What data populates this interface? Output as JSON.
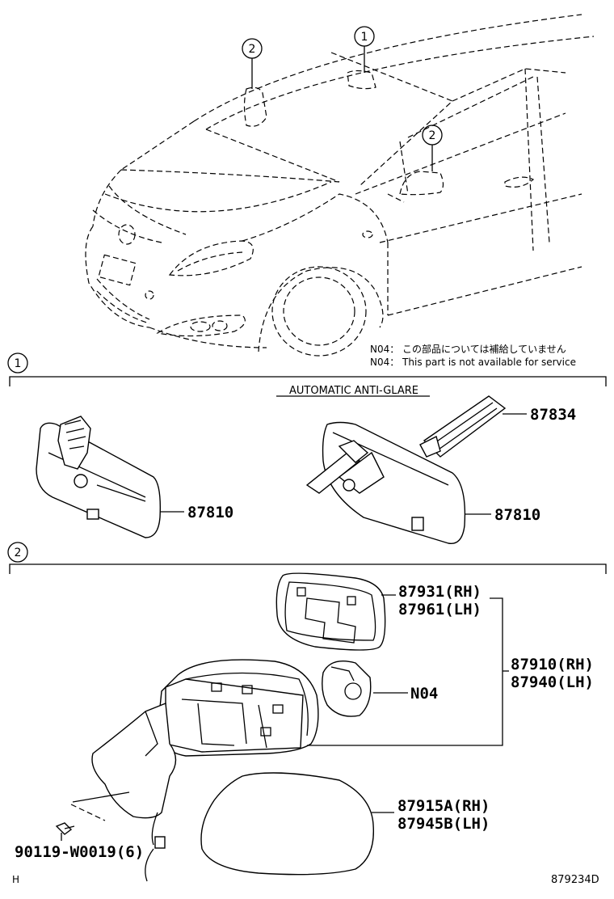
{
  "callouts": {
    "one": "1",
    "two": "2"
  },
  "note": {
    "line_jp": "N04： この部品については補給していません",
    "line_en": "N04： This part is not available for service"
  },
  "section1": {
    "header": "AUTOMATIC ANTI-GLARE",
    "part_mirror_left": "87810",
    "part_mirror_right": "87810",
    "part_bracket": "87834"
  },
  "section2": {
    "part_glass_rh": "87931(RH)",
    "part_glass_lh": "87961(LH)",
    "part_assy_rh": "87910(RH)",
    "part_assy_lh": "87940(LH)",
    "part_motor": "N04",
    "part_cover_rh": "87915A(RH)",
    "part_cover_lh": "87945B(LH)",
    "part_screw": "90119-W0019(6)"
  },
  "footer": {
    "left": "H",
    "right": "879234D"
  }
}
